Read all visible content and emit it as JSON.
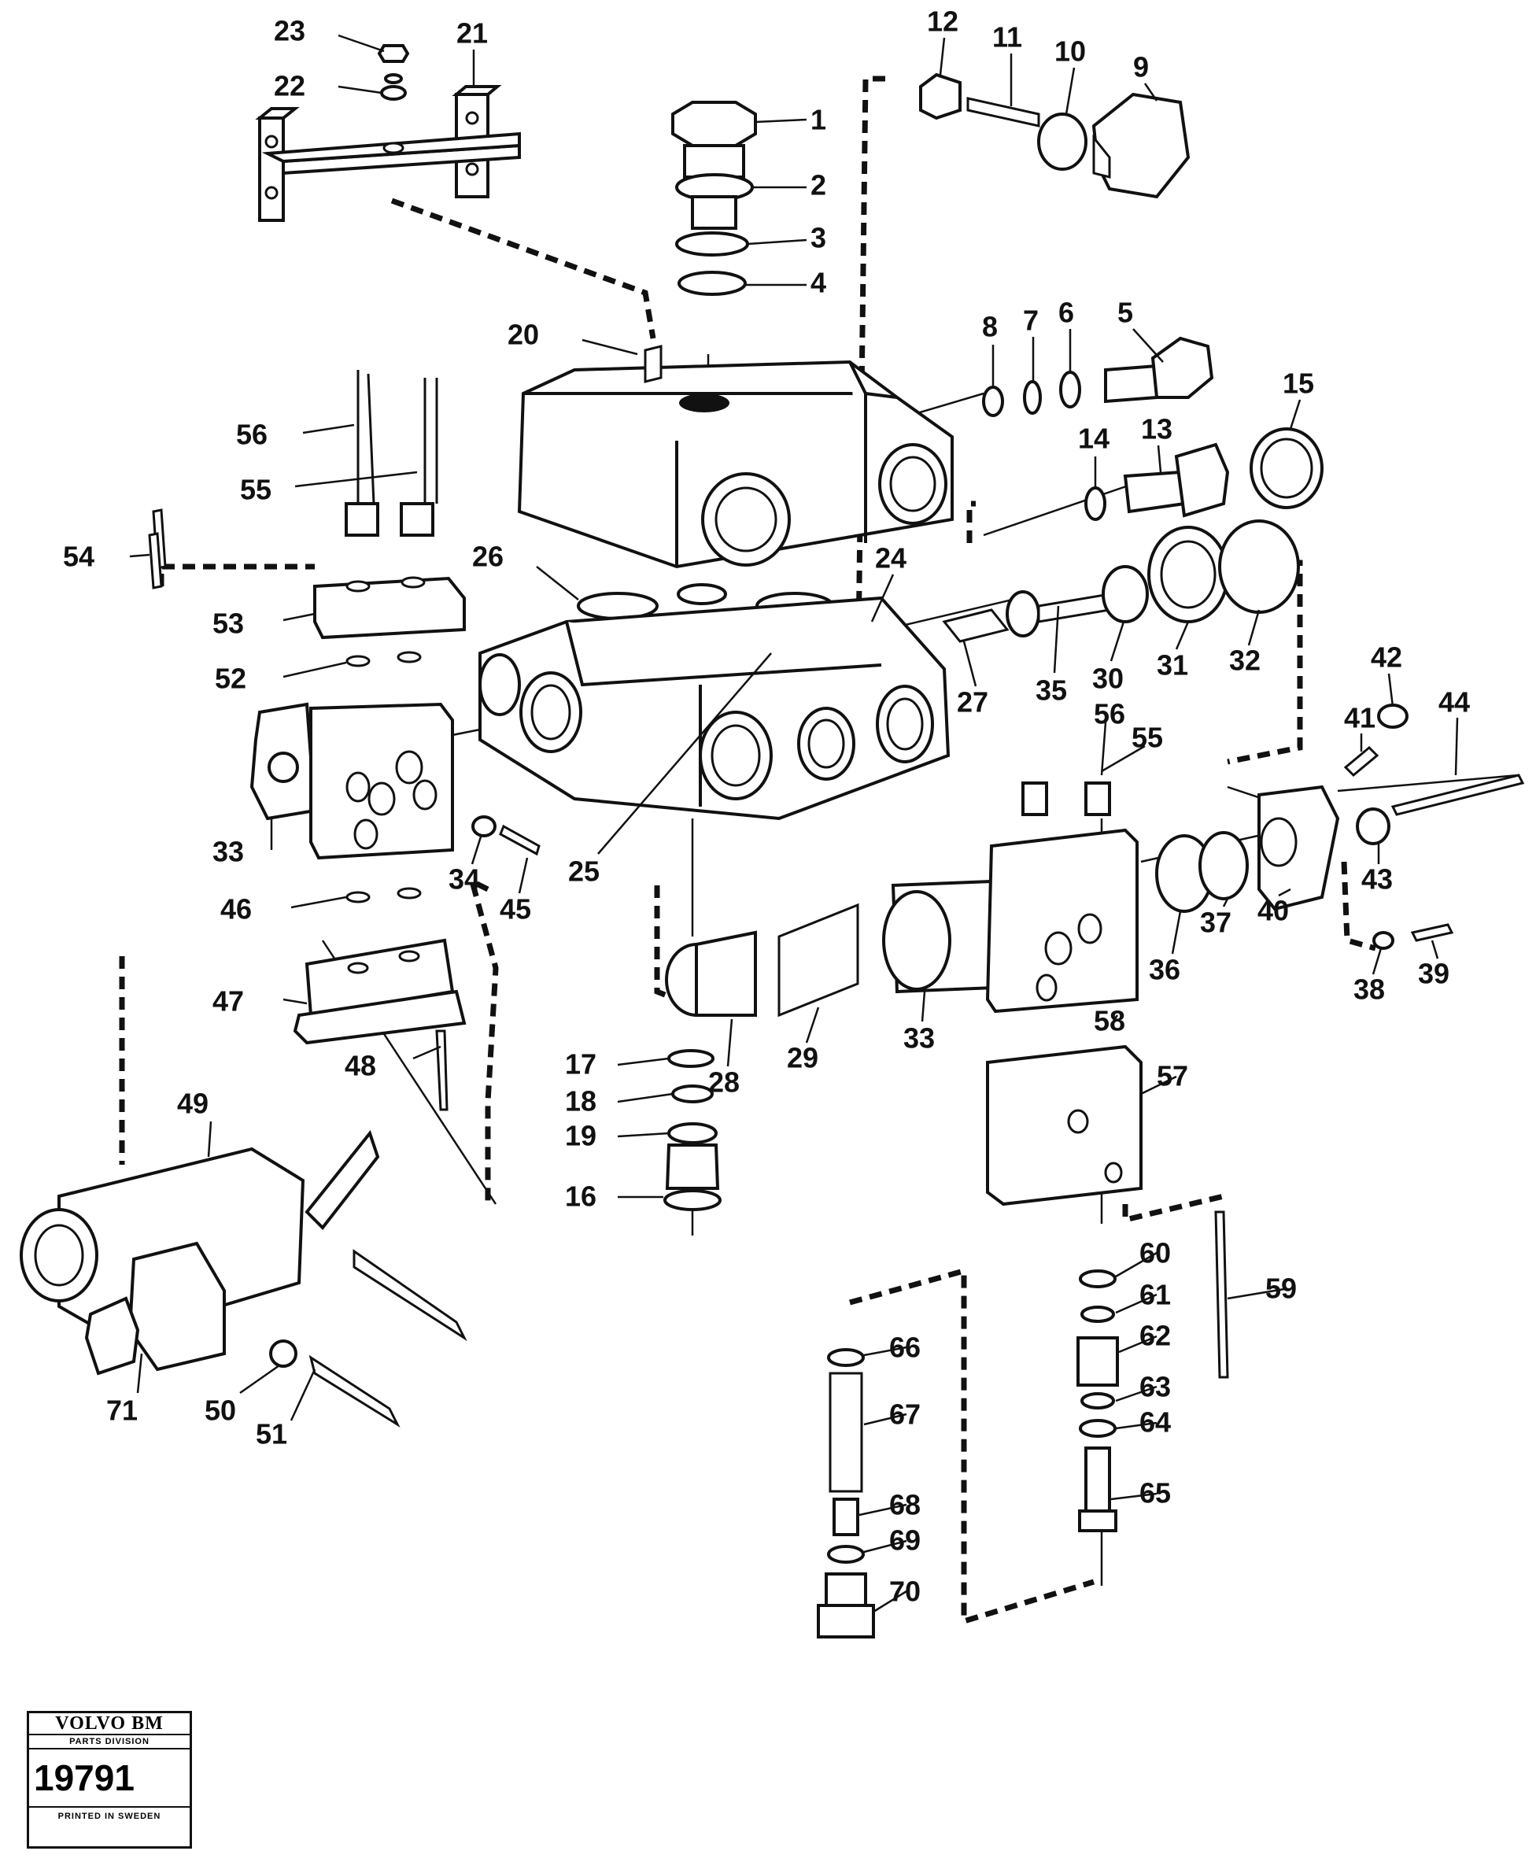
{
  "labels": [
    "1",
    "2",
    "3",
    "4",
    "5",
    "6",
    "7",
    "8",
    "9",
    "10",
    "11",
    "12",
    "13",
    "14",
    "15",
    "16",
    "17",
    "18",
    "19",
    "20",
    "21",
    "22",
    "23",
    "24",
    "25",
    "26",
    "27",
    "28",
    "29",
    "30",
    "31",
    "32",
    "33",
    "33",
    "34",
    "35",
    "36",
    "37",
    "38",
    "39",
    "40",
    "41",
    "42",
    "43",
    "44",
    "45",
    "46",
    "47",
    "48",
    "49",
    "50",
    "51",
    "52",
    "53",
    "54",
    "55",
    "55",
    "56",
    "56",
    "57",
    "58",
    "59",
    "60",
    "61",
    "62",
    "63",
    "64",
    "65",
    "66",
    "67",
    "68",
    "69",
    "70",
    "71"
  ],
  "stamp": {
    "brand": "VOLVO BM",
    "division": "PARTS DIVISION",
    "number": "19791",
    "printed": "PRINTED IN SWEDEN"
  }
}
